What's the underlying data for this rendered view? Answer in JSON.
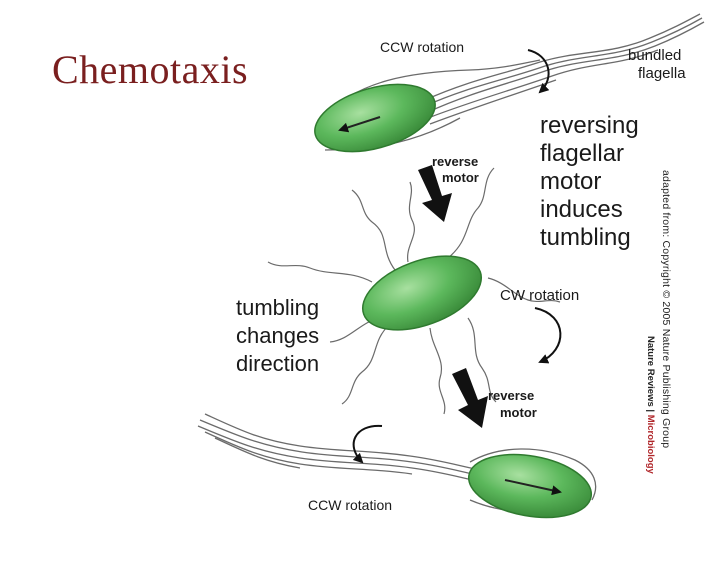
{
  "slide": {
    "title": "Chemotaxis"
  },
  "labels": {
    "ccw_top": "CCW rotation",
    "bundled_1": "bundled",
    "bundled_2": "flagella",
    "reversing_1": "reversing",
    "reversing_2": "flagellar",
    "reversing_3": "motor",
    "reversing_4": "induces",
    "reversing_5": "tumbling",
    "reverse_top_1": "reverse",
    "reverse_top_2": "motor",
    "cw": "CW rotation",
    "tumbling_1": "tumbling",
    "tumbling_2": "changes",
    "tumbling_3": "direction",
    "reverse_bottom_1": "reverse",
    "reverse_bottom_2": "motor",
    "ccw_bottom": "CCW rotation"
  },
  "credit": {
    "text": "adapted from: Copyright © 2005 Nature Publishing Group",
    "journal_a": "Nature Reviews | ",
    "journal_b": "Microbiology"
  },
  "colors": {
    "title": "#7a1f1f",
    "cell_fill": "#5cb85c",
    "cell_edge": "#2f7a2f",
    "flagella": "#6b6b6b",
    "arrow": "#111111",
    "microbiology": "#b0262a"
  }
}
